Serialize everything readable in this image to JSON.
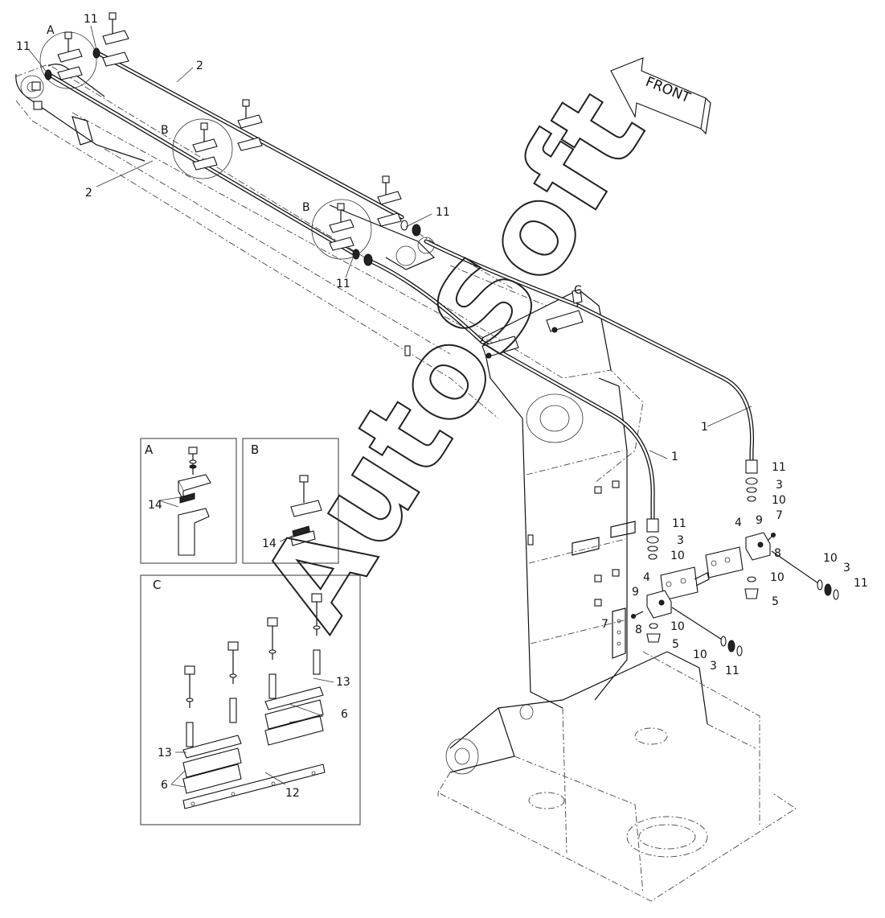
{
  "front_arrow_label": "FRONT",
  "watermark": "AutoSoft",
  "detail_letters": {
    "a": "A",
    "b": "B",
    "c": "C"
  },
  "callouts": [
    {
      "id": "c1",
      "text": "11"
    },
    {
      "id": "c2",
      "text": "11"
    },
    {
      "id": "c3",
      "text": "2"
    },
    {
      "id": "c4",
      "text": "2"
    },
    {
      "id": "c5",
      "text": "11"
    },
    {
      "id": "c6",
      "text": "11"
    },
    {
      "id": "c7",
      "text": "1"
    },
    {
      "id": "c8",
      "text": "1"
    },
    {
      "id": "c9",
      "text": "11"
    },
    {
      "id": "c10",
      "text": "3"
    },
    {
      "id": "c11",
      "text": "10"
    },
    {
      "id": "c12",
      "text": "4"
    },
    {
      "id": "c13",
      "text": "9"
    },
    {
      "id": "c14",
      "text": "7"
    },
    {
      "id": "c15",
      "text": "8"
    },
    {
      "id": "c16",
      "text": "10"
    },
    {
      "id": "c17",
      "text": "5"
    },
    {
      "id": "c18",
      "text": "10"
    },
    {
      "id": "c19",
      "text": "3"
    },
    {
      "id": "c20",
      "text": "11"
    },
    {
      "id": "c21",
      "text": "11"
    },
    {
      "id": "c22",
      "text": "3"
    },
    {
      "id": "c23",
      "text": "10"
    },
    {
      "id": "c24",
      "text": "4"
    },
    {
      "id": "c25",
      "text": "9"
    },
    {
      "id": "c26",
      "text": "7"
    },
    {
      "id": "c27",
      "text": "8"
    },
    {
      "id": "c28",
      "text": "10"
    },
    {
      "id": "c29",
      "text": "5"
    },
    {
      "id": "c30",
      "text": "10"
    },
    {
      "id": "c31",
      "text": "3"
    },
    {
      "id": "c32",
      "text": "11"
    },
    {
      "id": "c33",
      "text": "14"
    },
    {
      "id": "c34",
      "text": "14"
    },
    {
      "id": "c35",
      "text": "13"
    },
    {
      "id": "c36",
      "text": "6"
    },
    {
      "id": "c37",
      "text": "13"
    },
    {
      "id": "c38",
      "text": "6"
    },
    {
      "id": "c39",
      "text": "12"
    }
  ]
}
